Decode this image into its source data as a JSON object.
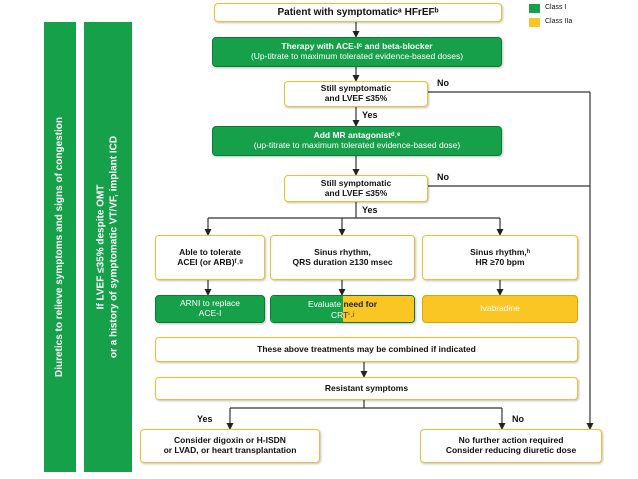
{
  "legend": {
    "class1": {
      "label": "Class I",
      "color": "#16a04a"
    },
    "class2a": {
      "label": "Class IIa",
      "color": "#f9c623"
    }
  },
  "side_bars": {
    "left": "Diuretics to relieve symptoms and signs of congestion",
    "right_line1": "If LVEF ≤35% despite OMT",
    "right_line2": "or a history of symptomatic VT/VF, implant ICD"
  },
  "boxes": {
    "patient": "Patient with symptomaticᵃ HFrEFᵇ",
    "therapy_line1": "Therapy with ACE-Iᶜ and beta-blocker",
    "therapy_line2": "(Up-titrate to maximum tolerated evidence-based doses)",
    "still1_line1": "Still symptomatic",
    "still1_line2": "and LVEF ≤35%",
    "mra_line1": "Add MR antagonistᵈ˒ᵉ",
    "mra_line2": "(up-titrate to maximum tolerated evidence-based dose)",
    "still2_line1": "Still symptomatic",
    "still2_line2": "and LVEF ≤35%",
    "acei_line1": "Able to tolerate",
    "acei_line2": "ACEI (or ARB)ᶠ˒ᵍ",
    "sinus1_line1": "Sinus rhythm,",
    "sinus1_line2": "QRS duration ≥130 msec",
    "sinus2_line1": "Sinus rhythm,ʰ",
    "sinus2_line2": "HR ≥70 bpm",
    "arni_line1": "ARNI to replace",
    "arni_line2": "ACE-I",
    "crt_green1": "Evaluate",
    "crt_yellow1": "need for",
    "crt_green2": "CR",
    "crt_yellow2": "Tⁱ˒ʲ",
    "ivabradine": "Ivabradine",
    "combined": "These above treatments may be combined if indicated",
    "resistant": "Resistant symptoms",
    "digoxin_line1": "Consider digoxin or H-ISDN",
    "digoxin_line2": "or LVAD, or heart transplantation",
    "nofurther_line1": "No further action required",
    "nofurther_line2": "Consider reducing diuretic dose"
  },
  "arrow_labels": {
    "no1": "No",
    "yes1": "Yes",
    "no2": "No",
    "yes2": "Yes",
    "yes3": "Yes",
    "no3": "No"
  }
}
